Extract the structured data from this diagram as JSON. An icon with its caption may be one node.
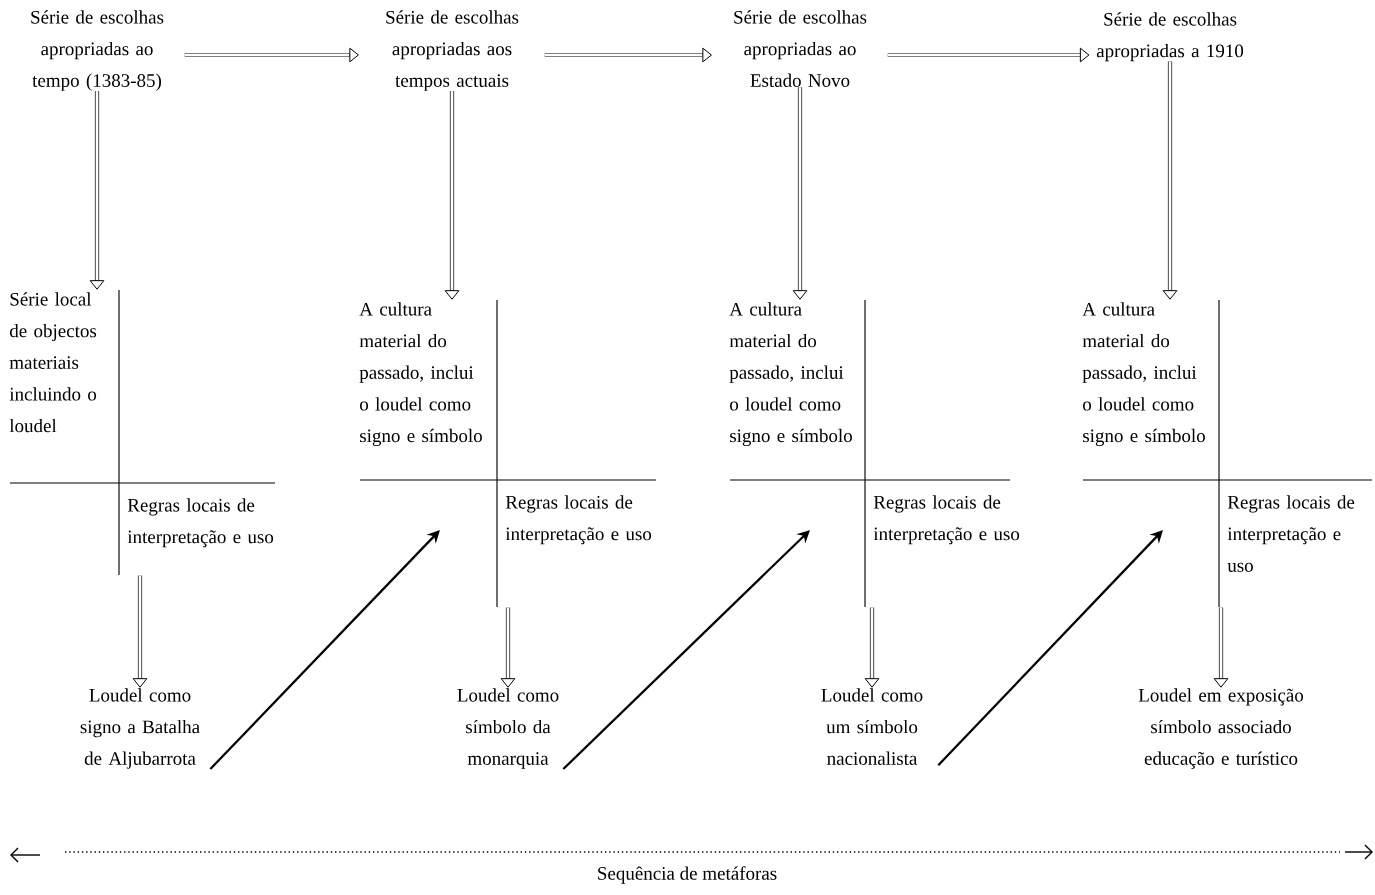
{
  "diagram": {
    "nodes": [
      {
        "text": [
          "Série de escolhas apropriadas ao tempo (1383-85)"
        ]
      },
      {
        "text": [
          "Série de escolhas apropriadas aos tempos actuais"
        ]
      },
      {
        "text": [
          "Série de escolhas apropriadas ao Estado Novo"
        ]
      },
      {
        "text": [
          "Série de escolhas apropriadas a 1910"
        ]
      },
      {
        "text": [
          "Série local de objectos materiais incluindo o loudel",
          "Regras locais de interpretação e uso"
        ]
      },
      {
        "text": [
          "A cultura material do passado, inclui o loudel como signo e símbolo",
          "Regras locais de interpretação e uso"
        ]
      },
      {
        "text": [
          "A cultura material do passado, inclui o loudel como signo e símbolo",
          "Regras locais de interpretação e uso"
        ]
      },
      {
        "text": [
          "A cultura material do passado, inclui o loudel como signo e símbolo",
          "Regras locais de interpretação e uso"
        ]
      },
      {
        "text": [
          "Loudel como signo a Batalha de Aljubarrota"
        ]
      },
      {
        "text": [
          "Loudel como símbolo da monarquia"
        ]
      },
      {
        "text": [
          "Loudel como um símbolo nacionalista"
        ]
      },
      {
        "text": [
          "Loudel em exposição símbolo associado educação e turístico"
        ]
      }
    ],
    "edges": [
      {
        "from": 0,
        "to": 1,
        "arrow": "to"
      },
      {
        "from": 1,
        "to": 2,
        "arrow": "to"
      },
      {
        "from": 2,
        "to": 3,
        "arrow": "to"
      },
      {
        "from": 0,
        "to": 4,
        "arrow": "to"
      },
      {
        "from": 1,
        "to": 5,
        "arrow": "to"
      },
      {
        "from": 2,
        "to": 6,
        "arrow": "to"
      },
      {
        "from": 3,
        "to": 7,
        "arrow": "to"
      },
      {
        "from": 4,
        "to": 8,
        "arrow": "to"
      },
      {
        "from": 5,
        "to": 9,
        "arrow": "to"
      },
      {
        "from": 6,
        "to": 10,
        "arrow": "to"
      },
      {
        "from": 7,
        "to": 11,
        "arrow": "to"
      },
      {
        "from": 8,
        "to": 5,
        "arrow": "to"
      },
      {
        "from": 9,
        "to": 6,
        "arrow": "to"
      },
      {
        "from": 10,
        "to": 7,
        "arrow": "to"
      }
    ],
    "labels": [
      "Sequência de metáforas"
    ]
  }
}
